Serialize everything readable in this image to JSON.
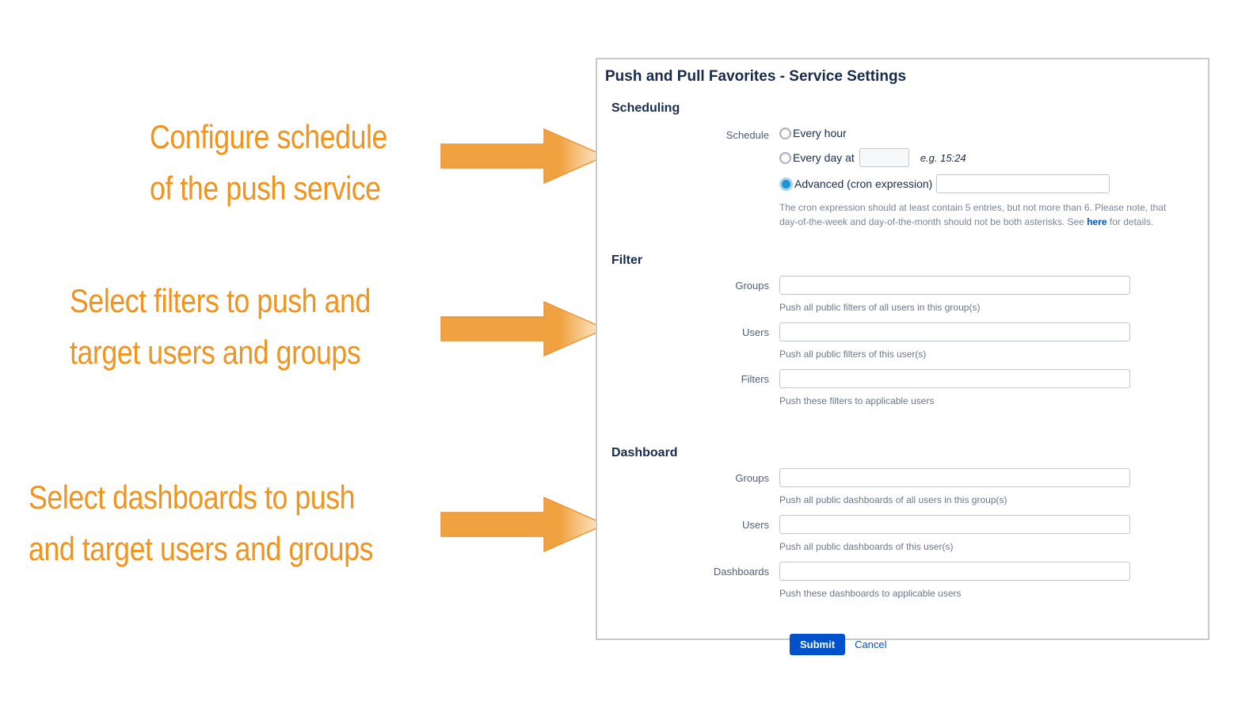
{
  "annotations": [
    {
      "line1": "Configure schedule",
      "line2": "of the push service"
    },
    {
      "line1": "Select filters to push and",
      "line2": "target users and groups"
    },
    {
      "line1": "Select dashboards to push",
      "line2": "and target users and groups"
    }
  ],
  "panel": {
    "title": "Push and Pull Favorites - Service Settings",
    "scheduling": {
      "heading": "Scheduling",
      "label": "Schedule",
      "options": [
        {
          "label": "Every hour",
          "selected": false
        },
        {
          "label": "Every day at",
          "selected": false,
          "input_value": "",
          "hint": "e.g. 15:24"
        },
        {
          "label": "Advanced (cron expression)",
          "selected": true,
          "input_value": ""
        }
      ],
      "help_before": "The cron expression should at least contain 5 entries, but not more than 6. Please note, that day-of-the-week and day-of-the-month should not be both asterisks. See ",
      "help_link": "here",
      "help_after": " for details."
    },
    "filter": {
      "heading": "Filter",
      "fields": [
        {
          "label": "Groups",
          "value": "",
          "help": "Push all public filters of all users in this group(s)"
        },
        {
          "label": "Users",
          "value": "",
          "help": "Push all public filters of this user(s)"
        },
        {
          "label": "Filters",
          "value": "",
          "help": "Push these filters to applicable users"
        }
      ]
    },
    "dashboard": {
      "heading": "Dashboard",
      "fields": [
        {
          "label": "Groups",
          "value": "",
          "help": "Push all public dashboards of all users in this group(s)"
        },
        {
          "label": "Users",
          "value": "",
          "help": "Push all public dashboards of this user(s)"
        },
        {
          "label": "Dashboards",
          "value": "",
          "help": "Push these dashboards to applicable users"
        }
      ]
    },
    "actions": {
      "submit": "Submit",
      "cancel": "Cancel"
    }
  },
  "colors": {
    "annotation_orange": "#F0941E",
    "arrow_orange": "#F0A140",
    "arrow_tip_light": "#FCE9C8",
    "heading_navy": "#172B4D",
    "label_gray": "#505F79",
    "help_gray": "#6B778C",
    "cron_help_gray": "#7A869A",
    "action_blue": "#0052CC",
    "radio_selected_blue": "#1E96D3",
    "radio_selected_ring": "#A9D6EF",
    "panel_border": "#C9C9C9"
  }
}
